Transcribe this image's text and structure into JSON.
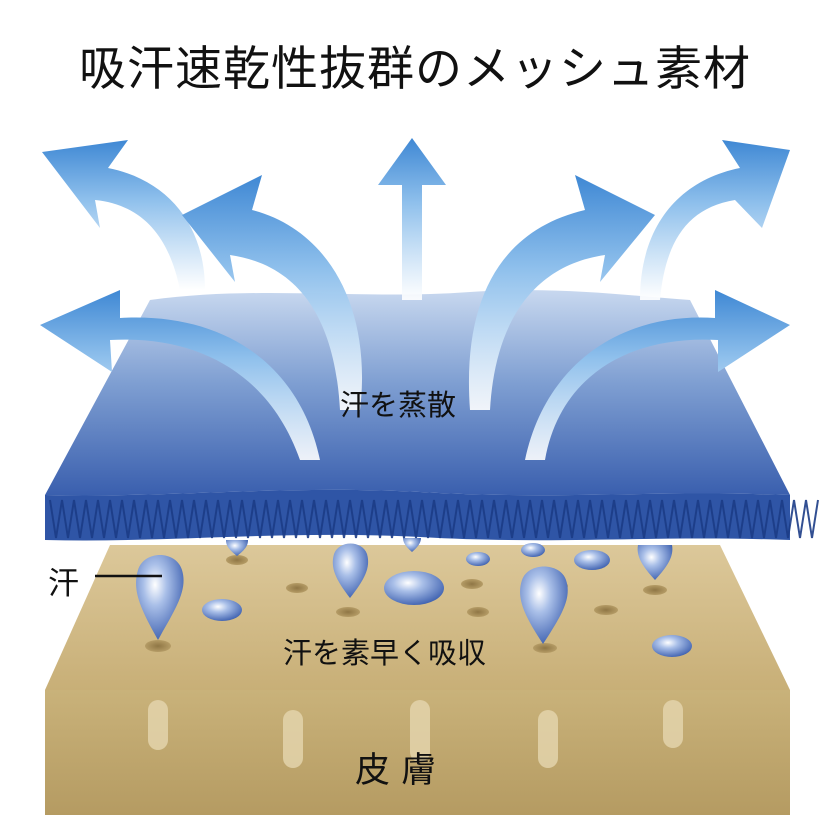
{
  "title": "吸汗速乾性抜群のメッシュ素材",
  "labels": {
    "evaporate": "汗を蒸散",
    "sweat": "汗",
    "absorb": "汗を素早く吸収",
    "skin": "皮 膚"
  },
  "colors": {
    "mesh_top": "#b8cde9",
    "mesh_bottom": "#3d62ad",
    "mesh_edge": "#2c4e9e",
    "skin": "#cfb984",
    "skin_dark": "#b89a5e",
    "arrow": "#4a8fd6",
    "drop": "#5b7fc6"
  }
}
